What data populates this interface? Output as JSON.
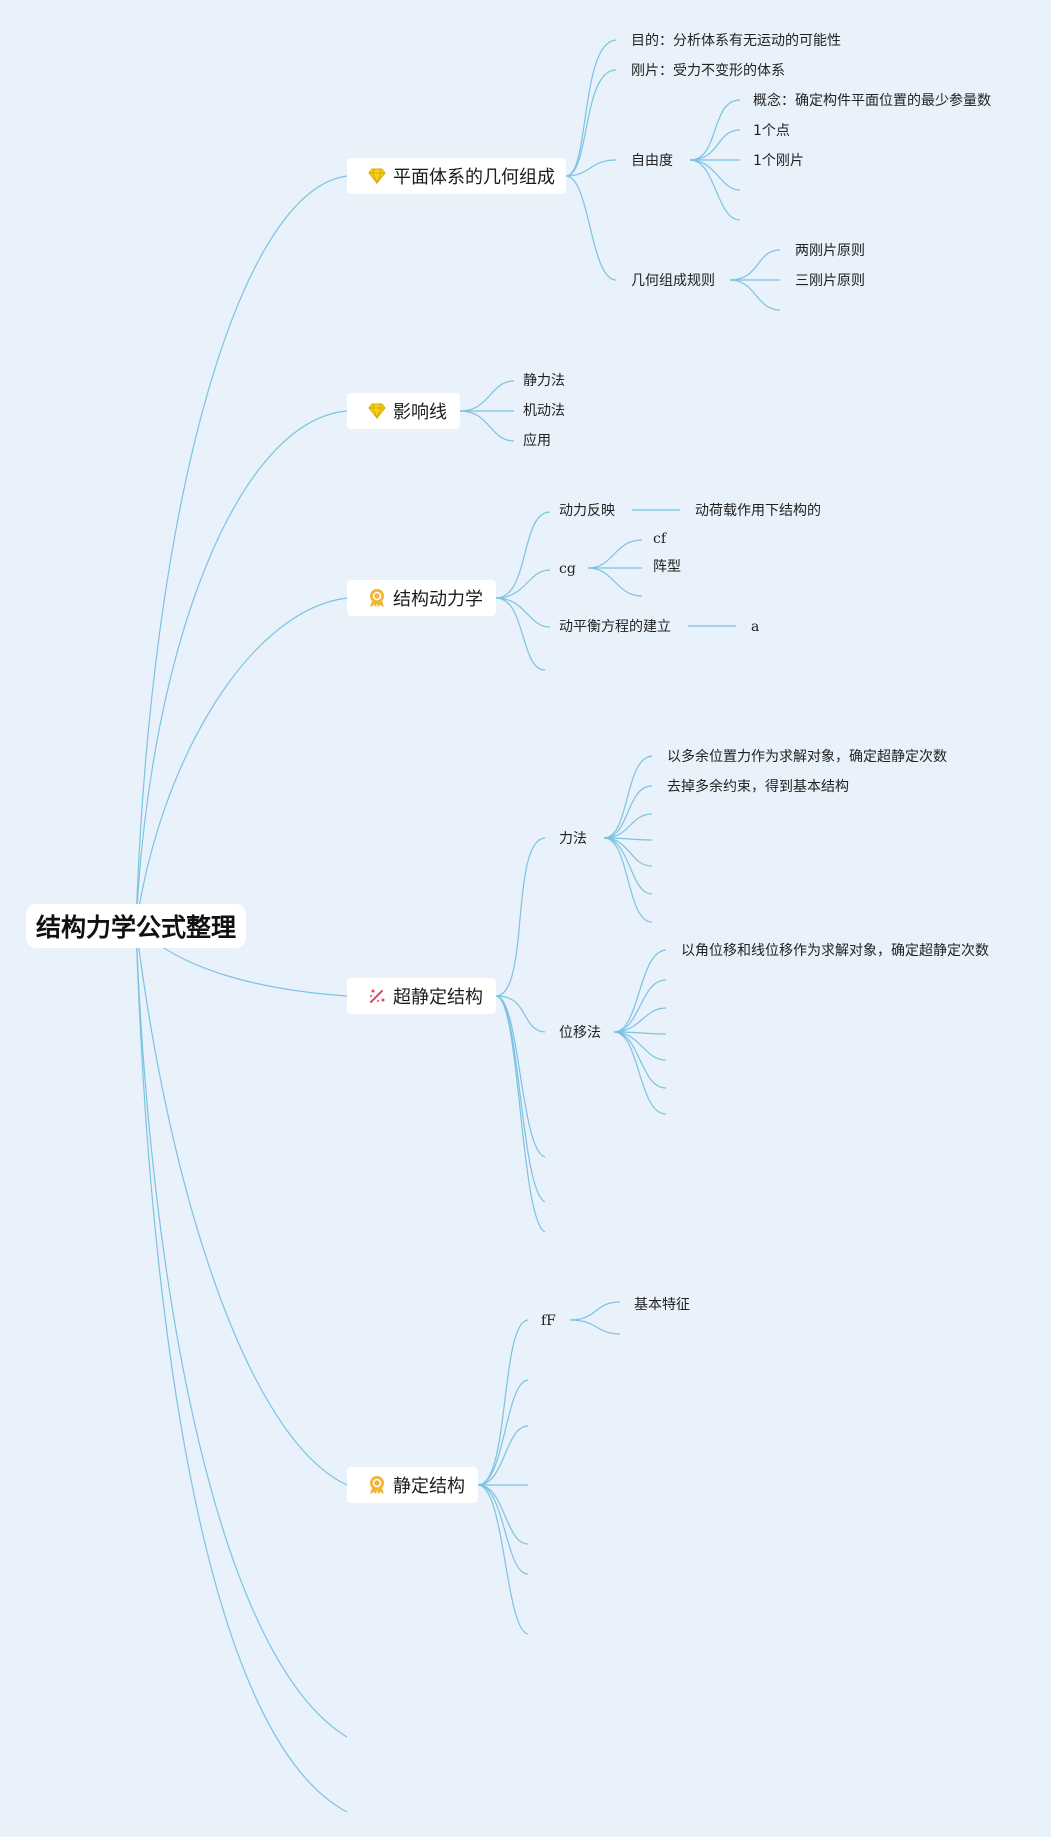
{
  "root": "结构力学公式整理",
  "branches": {
    "geometry": {
      "label": "平面体系的几何组成",
      "icon": "diamond-icon",
      "purpose": "目的：分析体系有无运动的可能性",
      "rigid_body": "刚片：受力不变形的体系",
      "dof": {
        "label": "自由度",
        "concept": "概念：确定构件平面位置的最少参量数",
        "point": "1个点",
        "rigid": "1个刚片"
      },
      "rules": {
        "label": "几何组成规则",
        "two": "两刚片原则",
        "three": "三刚片原则"
      }
    },
    "influence": {
      "label": "影响线",
      "icon": "diamond-icon",
      "static": "静力法",
      "kinematic": "机动法",
      "application": "应用"
    },
    "dynamics": {
      "label": "结构动力学",
      "icon": "medal-icon",
      "response": "动力反映",
      "response_child": "动荷载作用下结构的",
      "cg": "cg",
      "cf": "cf",
      "mode": "阵型",
      "equation": "动平衡方程的建立",
      "equation_child": "a"
    },
    "indeterminate": {
      "label": "超静定结构",
      "icon": "magic-wand-icon",
      "force_method": {
        "label": "力法",
        "c1": "以多余位置力作为求解对象，确定超静定次数",
        "c2": "去掉多余约束，得到基本结构"
      },
      "displacement_method": {
        "label": "位移法",
        "c1": "以角位移和线位移作为求解对象，确定超静定次数"
      }
    },
    "determinate": {
      "label": "静定结构",
      "icon": "medal-icon",
      "ff": "fF",
      "ff_child": "基本特征"
    }
  },
  "colors": {
    "background": "#e9f1fa",
    "link": "#7cc3e3",
    "diamond": "#f5d21c",
    "medal": "#f2b531",
    "magic": "#e0455a"
  }
}
